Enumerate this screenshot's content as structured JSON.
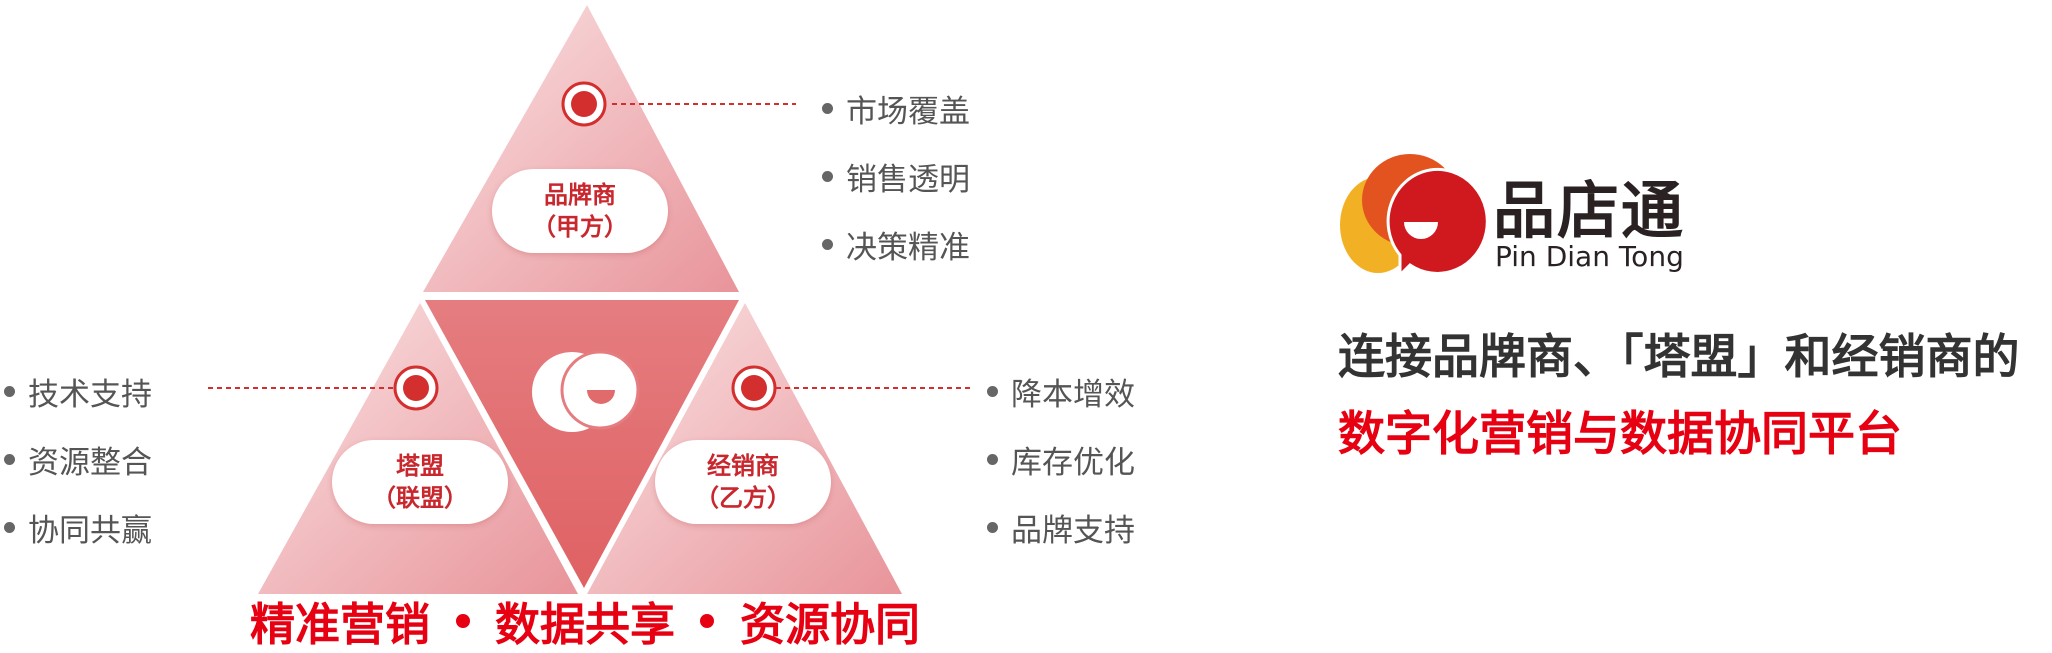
{
  "pyramid": {
    "top": {
      "title": "品牌商",
      "subtitle": "（甲方）",
      "benefits": [
        "市场覆盖",
        "销售透明",
        "决策精准"
      ]
    },
    "left": {
      "title": "塔盟",
      "subtitle": "（联盟）",
      "benefits": [
        "技术支持",
        "资源整合",
        "协同共赢"
      ]
    },
    "right": {
      "title": "经销商",
      "subtitle": "（乙方）",
      "benefits": [
        "降本增效",
        "库存优化",
        "品牌支持"
      ]
    },
    "center_icon": "chat-bubble-logo-icon"
  },
  "slogan": [
    "精准营销",
    "数据共享",
    "资源协同"
  ],
  "brand": {
    "name": "品店通",
    "name_en": "Pin Dian Tong",
    "tagline_line1": "连接品牌商、「塔盟」和经销商的",
    "tagline_line2": "数字化营销与数据协同平台"
  },
  "colors": {
    "accent": "#e60012",
    "target": "#d42f2f",
    "center": "#e06a6c",
    "tri_light": "#f8dcdd",
    "tri_dark": "#e9979a"
  }
}
